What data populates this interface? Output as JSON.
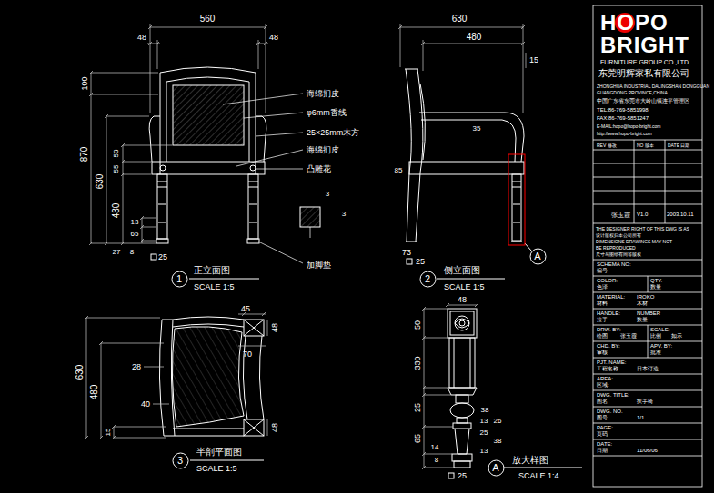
{
  "diagram": {
    "nodes": [
      {
        "text": [
          "1"
        ]
      },
      {
        "text": [
          "2"
        ]
      },
      {
        "text": [
          "A"
        ]
      },
      {
        "text": [
          "3"
        ]
      },
      {
        "text": [
          "A"
        ]
      }
    ],
    "labels": [
      "560",
      "48",
      "48",
      "100",
      "870",
      "630",
      "50",
      "55",
      "430",
      "13",
      "65",
      "27",
      "8",
      "25",
      "海绵扪皮",
      "φ6mm香线",
      "25×25mm木方",
      "海绵扪皮",
      "凸雕花",
      "3",
      "3",
      "加脚垫",
      "正立面图",
      "SCALE 1:5",
      "630",
      "480",
      "15",
      "35",
      "85",
      "73",
      "25",
      "侧立面图",
      "SCALE 1:5",
      "630",
      "480",
      "15",
      "28",
      "40",
      "45",
      "48",
      "70",
      "48",
      "半剖平面图",
      "SCALE 1:5",
      "48",
      "50",
      "330",
      "25",
      "65",
      "14",
      "8",
      "38",
      "13",
      "26",
      "25",
      "38",
      "13",
      "25",
      "放大样图",
      "SCALE 1:4",
      "HOPO",
      "BRIGHT",
      "FURNITURE GROUP CO.,LTD.",
      "东莞明辉家私有限公司",
      "ZHONGHUA INDUSTRIAL DALINGSHAN DONGGUAN",
      "GUANGDONG PROVINCE,CHINA",
      "中国广东省东莞市大岭山镇连平管理区",
      "TEL:86-769-5851998",
      "FAX:86-769-5851247",
      "E-MAIL:hopo@hopo-bright.com",
      "http://www.hopo-bright.com",
      "REV 修改",
      "NO 版本",
      "DATE 日期",
      "张玉霞",
      "V1.0",
      "2003.10.11",
      "THE DESIGNER RIGHT OF THIS DWG IS AS",
      "设计版权归本公司所有",
      "DIMENSIONS DRAWINGS MAY NOT",
      "BE REPRODUCED",
      "尺寸与图纸有同等版权",
      "SCHEMA NO:",
      "编号",
      "COLOR:",
      "QTY.",
      "色泽",
      "数量",
      "MATERIAL:",
      "IROKO",
      "材料",
      "木材",
      "HANDLE:",
      "NUMBER",
      "拉手",
      "数量",
      "DRW. BY:",
      "SCALE:",
      "绘图",
      "张玉霞",
      "比例",
      "如示",
      "CHD. BY:",
      "APV. BY:",
      "审核",
      "批准",
      "PJT. NAME:",
      "工程名称",
      "日本订造",
      "AREA:",
      "区域:",
      "DWG. TITLE:",
      "图名",
      "扶手椅",
      "DWG. NO.",
      "图号",
      "1/1",
      "PAGE:",
      "页码",
      "DATE:",
      "日期",
      "11/06/06"
    ]
  }
}
